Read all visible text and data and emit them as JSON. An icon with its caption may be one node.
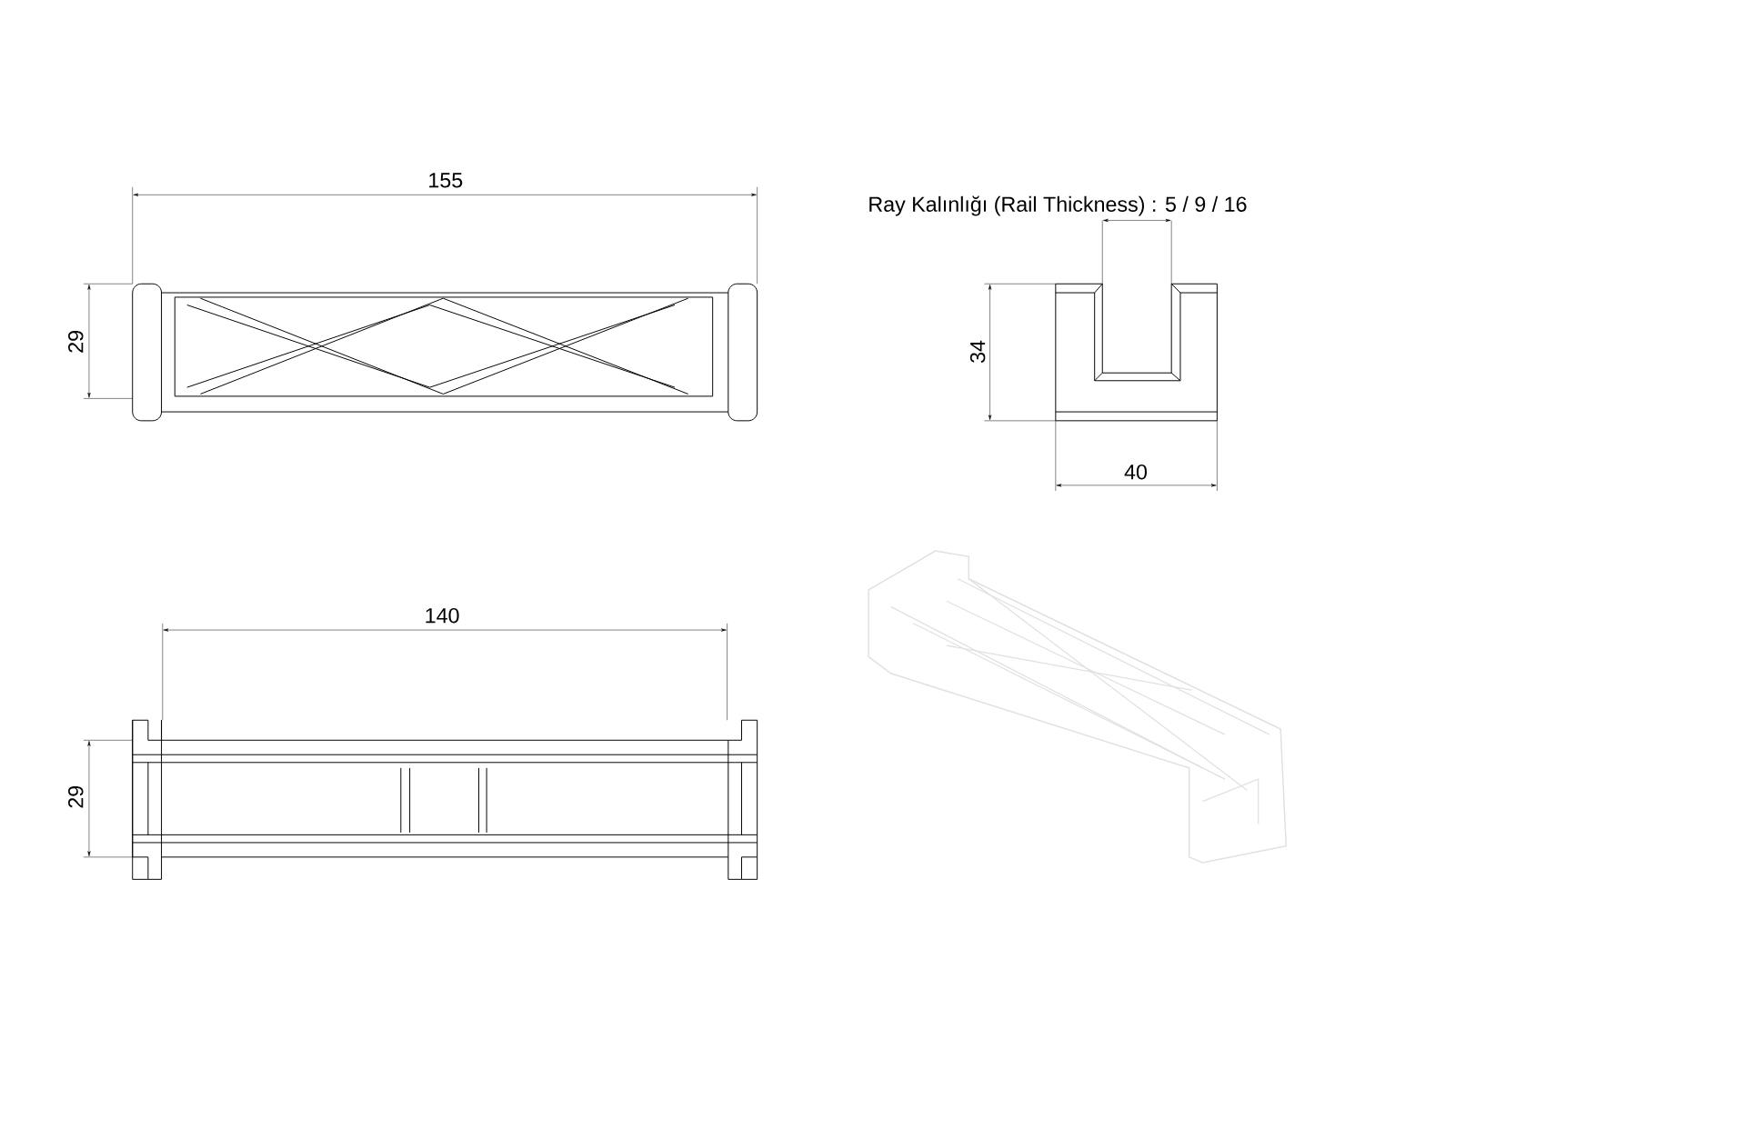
{
  "diagram": {
    "labels": [
      "155",
      "Ray Kalınlığı (Rail Thickness) : 5 / 9 / 16",
      "29",
      "34",
      "40",
      "140",
      "29"
    ]
  }
}
